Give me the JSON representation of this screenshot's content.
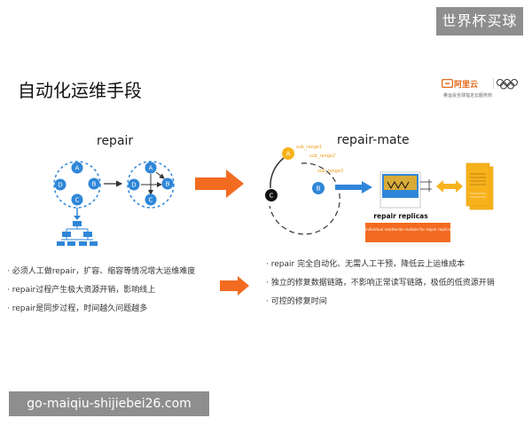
{
  "watermark_top": "世界杯买球",
  "watermark_bottom": "go-maiqiu-shijiebei26.com",
  "title": "自动化运维手段",
  "brand": {
    "name": "阿里云",
    "sub": "奥运会全球指定云服务商"
  },
  "repair": {
    "heading": "repair",
    "nodes": [
      "A",
      "B",
      "C",
      "D",
      "A",
      "B",
      "C",
      "D"
    ]
  },
  "repair_mate": {
    "heading": "repair-mate",
    "nodes": [
      "A",
      "B",
      "C"
    ],
    "ranges": [
      "sub_range1",
      "sub_range2",
      "sub_range3"
    ],
    "replicas_label": "repair replicas",
    "orange_box_text": "individual read/write module for repair replica"
  },
  "bullets_left": [
    "必须人工做repair，扩容、缩容等情况增大运维难度",
    "repair过程产生极大资源开销，影响线上",
    "repair是同步过程，时间越久问题越多"
  ],
  "bullets_right": [
    "repair 完全自动化、无需人工干预，降低云上运维成本",
    "独立的修复数据链路，不影响正常读写链路，极低的低资源开销",
    "可控的修复时间"
  ],
  "colors": {
    "blue_node": "#2f86d8",
    "orange_accent": "#f26b21",
    "yellow_node": "#f7b21c",
    "watermark_bg": "#8e8e8e"
  }
}
